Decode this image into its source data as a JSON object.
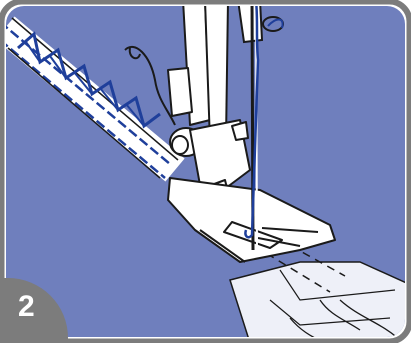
{
  "step": {
    "number": "2"
  },
  "colors": {
    "fabric": "#6f7fbd",
    "fabric_edge_light": "#ffffff",
    "frame": "#7c7c7c",
    "thread": "#1f3f9b",
    "foot": "#ffffff",
    "outline": "#1a1a1a"
  },
  "icons": {
    "presser_foot": "presser-foot-illustration",
    "needle": "needle-illustration",
    "zigzag_seam": "zigzag-seam-illustration"
  }
}
